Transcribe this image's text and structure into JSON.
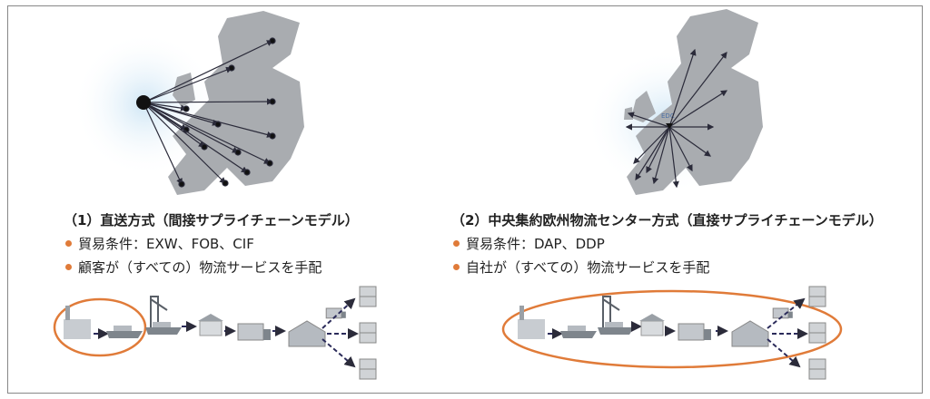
{
  "left": {
    "title": "（1）直送方式（間接サプライチェーンモデル）",
    "items": [
      "貿易条件：EXW、FOB、CIF",
      "顧客が（すべての）物流サービスを手配"
    ]
  },
  "right": {
    "title": "（2）中央集約欧州物流センター方式（直接サプライチェーンモデル）",
    "items": [
      "貿易条件：DAP、DDP",
      "自社が（すべての）物流サービスを手配"
    ],
    "hub_label": "EDC"
  },
  "colors": {
    "accent": "#e07b39",
    "map": "#a9acb0",
    "line": "#2b2b3a"
  }
}
